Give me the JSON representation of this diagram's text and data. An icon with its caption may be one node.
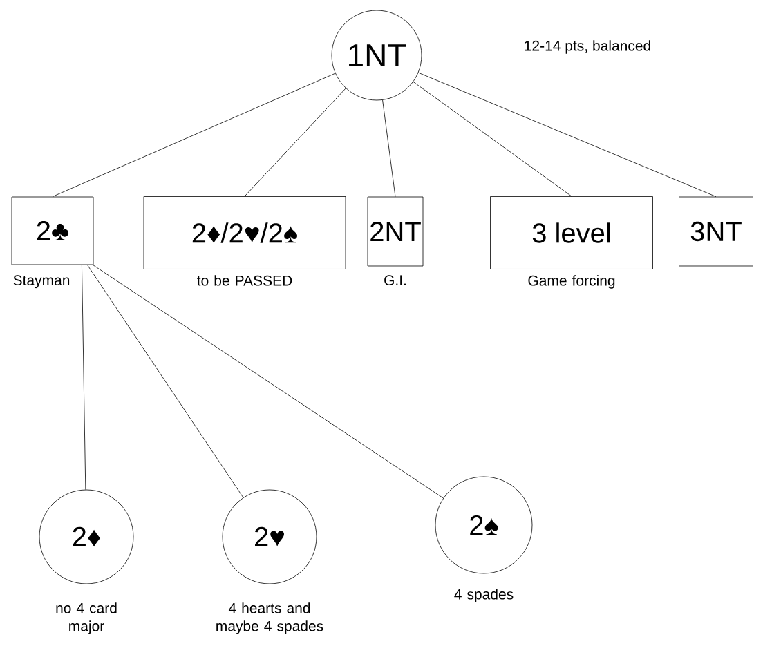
{
  "diagram": {
    "nodes": [
      {
        "text": [
          "1NT"
        ]
      },
      {
        "text": [
          "2♣"
        ],
        "beside": [
          "Stayman"
        ]
      },
      {
        "text": [
          "2♦/2♥/2♠"
        ],
        "beside": [
          "to be PASSED"
        ]
      },
      {
        "text": [
          "2NT"
        ],
        "beside": [
          "G.I."
        ]
      },
      {
        "text": [
          "3 level"
        ],
        "beside": [
          "Game forcing"
        ]
      },
      {
        "text": [
          "3NT"
        ]
      },
      {
        "text": [
          "2♦"
        ],
        "beside": [
          "no 4 card major"
        ]
      },
      {
        "text": [
          "2♥"
        ],
        "beside": [
          "4 hearts and maybe 4 spades"
        ]
      },
      {
        "text": [
          "2♠"
        ],
        "beside": [
          "4 spades"
        ]
      }
    ],
    "edges": [
      {
        "from": 0,
        "to": 1,
        "arrow": "none"
      },
      {
        "from": 0,
        "to": 2,
        "arrow": "none"
      },
      {
        "from": 0,
        "to": 3,
        "arrow": "none"
      },
      {
        "from": 0,
        "to": 4,
        "arrow": "none"
      },
      {
        "from": 0,
        "to": 5,
        "arrow": "none"
      },
      {
        "from": 1,
        "to": 6,
        "arrow": "none"
      },
      {
        "from": 1,
        "to": 7,
        "arrow": "none"
      },
      {
        "from": 1,
        "to": 8,
        "arrow": "none"
      }
    ],
    "labels": [
      "12-14 pts, balanced"
    ]
  }
}
